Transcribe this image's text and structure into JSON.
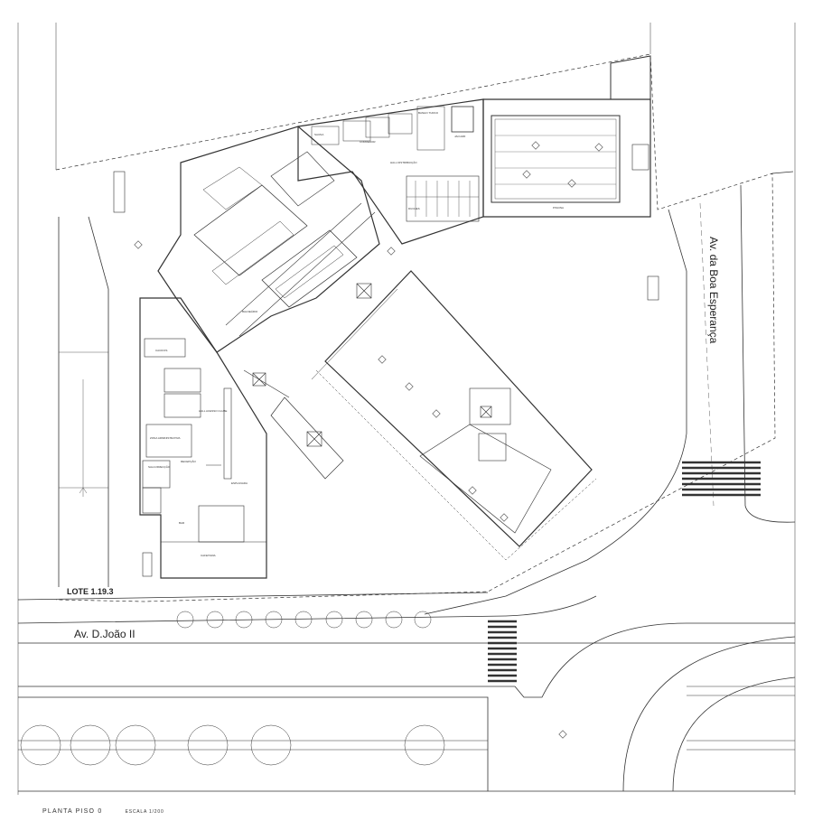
{
  "drawing": {
    "title": "PLANTA PISO 0",
    "scale": "ESCALA 1/200"
  },
  "streets": {
    "av_boa_esperanca": "Av. da Boa Esperança",
    "av_d_joao_ii": "Av. D.João II"
  },
  "lot": {
    "label": "LOTE 1.19.3"
  },
  "rooms": {
    "piscina": "PISCINA",
    "cafetaria": "CAFETARIA",
    "recepcao": "RECEPÇÃO",
    "bar": "BAR",
    "balneario": "BALNEÁRIO",
    "corredor": "CORREDOR",
    "cacifos": "CACIFOS",
    "hall_distribuicao": "HALL DISTRIBUIÇÃO",
    "sala_direccao": "SALA DIRECÇÃO",
    "zona_administrativa": "ZONA ADMINISTRATIVA",
    "hall_acesso": "HALL ACESSO CLUBE",
    "esplanada": "ESPLANADA",
    "sauna": "SAUNA",
    "jacuzzi": "JACUZZI",
    "banho_turco": "BANHO TURCO",
    "duches": "DUCHES"
  }
}
